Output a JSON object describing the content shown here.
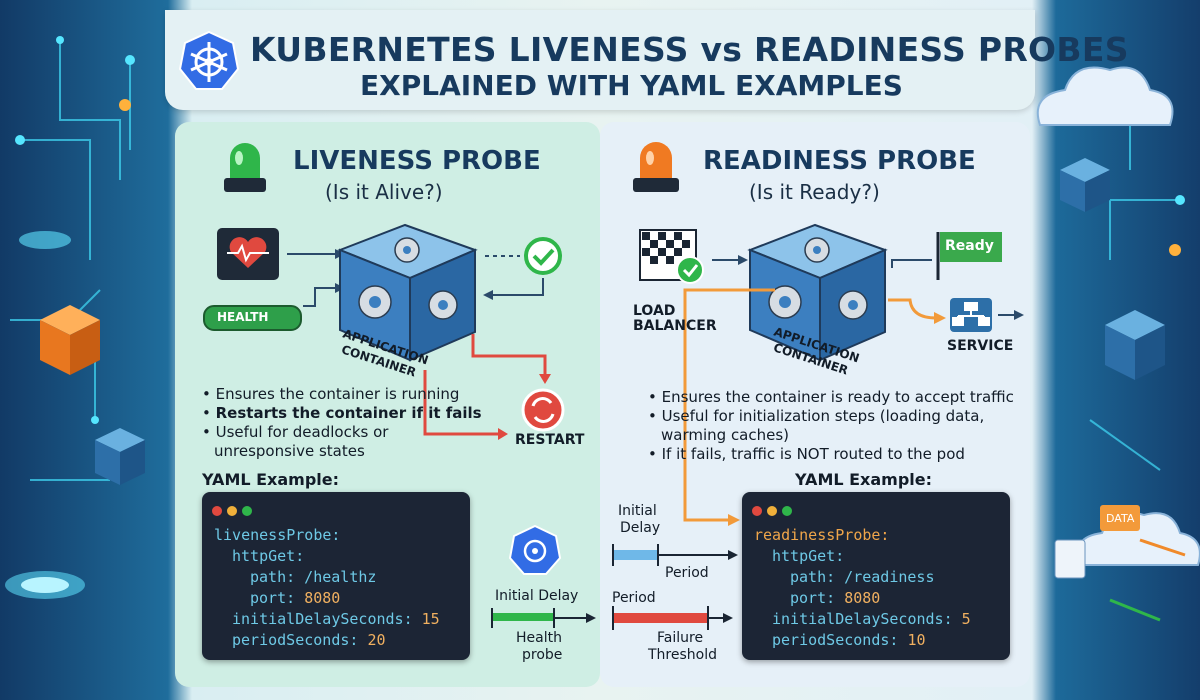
{
  "title": {
    "line1": "KUBERNETES LIVENESS vs READINESS PROBES",
    "line2": "EXPLAINED WITH YAML EXAMPLES"
  },
  "liveness": {
    "heading": "LIVENESS PROBE",
    "subheading": "(Is it Alive?)",
    "health_badge": "HEALTH",
    "container_label_1": "APPLICATION",
    "container_label_2": "CONTAINER",
    "restart_label": "RESTART",
    "bullets": [
      "Ensures the container is running",
      "Restarts the container if it fails",
      "Useful for deadlocks or",
      "unresponsive states"
    ],
    "yaml_heading": "YAML Example:",
    "yaml": {
      "l1": "livenessProbe:",
      "l2": "httpGet:",
      "l3": "path: /healthz",
      "l4": "port: ",
      "l4n": "8080",
      "l5": "initialDelaySeconds: ",
      "l5n": "15",
      "l6": "periodSeconds: ",
      "l6n": "20"
    },
    "timeline": {
      "initial_delay": "Initial Delay",
      "health_probe_1": "Health",
      "health_probe_2": "probe"
    }
  },
  "readiness": {
    "heading": "READINESS PROBE",
    "subheading": "(Is it Ready?)",
    "load_balancer_1": "LOAD",
    "load_balancer_2": "BALANCER",
    "ready_flag": "Ready",
    "service_label": "SERVICE",
    "container_label_1": "APPLICATION",
    "container_label_2": "CONTAINER",
    "bullets": [
      "Ensures the container is ready to accept traffic",
      "Useful for initialization steps (loading data,",
      "warming caches)",
      "If it fails, traffic is NOT routed to the pod"
    ],
    "yaml_heading": "YAML Example:",
    "yaml": {
      "l1": "readinessProbe:",
      "l2": "httpGet:",
      "l3": "path: /readiness",
      "l4": "port: ",
      "l4n": "8080",
      "l5": "initialDelaySeconds: ",
      "l5n": "5",
      "l6": "periodSeconds: ",
      "l6n": "10"
    },
    "timeline": {
      "initial_delay_1": "Initial",
      "initial_delay_2": "Delay",
      "period_top": "Period",
      "period_bottom": "Period",
      "failure_1": "Failure",
      "failure_2": "Threshold"
    }
  },
  "side_labels": {
    "data": "DATA"
  },
  "colors": {
    "liveness_light": "#2fb64a",
    "readiness_light": "#f07a22",
    "restart": "#e0493f",
    "flow_orange": "#f29a3a",
    "code_bg": "#1c2535"
  }
}
